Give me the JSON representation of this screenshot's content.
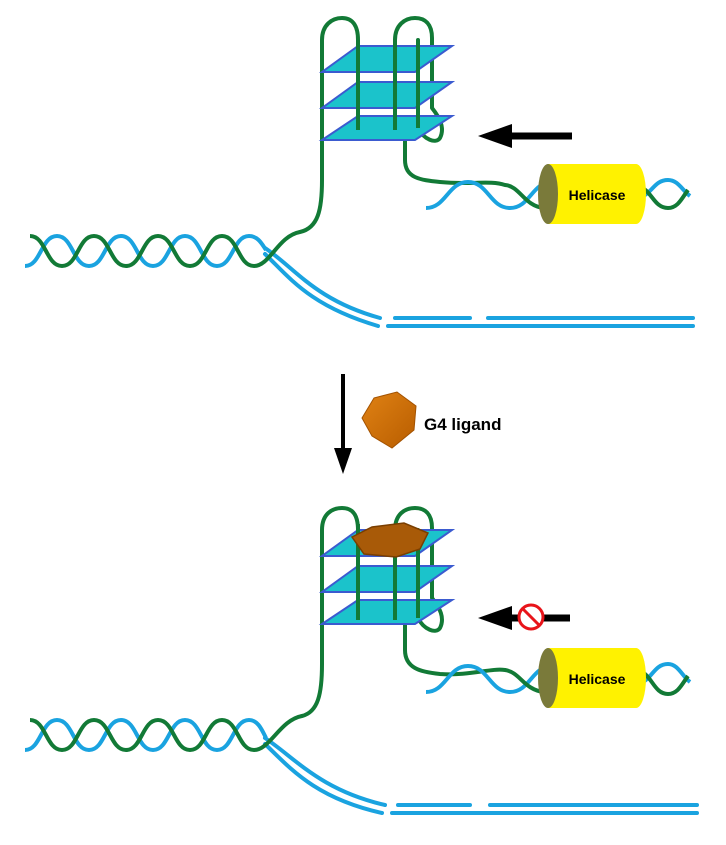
{
  "diagram": {
    "top_panel": {
      "helicase_label": "Helicase"
    },
    "transition": {
      "ligand_label": "G4 ligand"
    },
    "bottom_panel": {
      "helicase_label": "Helicase"
    }
  },
  "colors": {
    "strand_green": "#127a36",
    "strand_blue": "#1aa3e0",
    "tetrad_fill": "#1bc3cb",
    "tetrad_edge": "#3b5bd0",
    "helicase_body": "#fff200",
    "helicase_face": "#7a7a3a",
    "ligand_orange": "#cc6e00",
    "ligand_brown": "#9b5200",
    "arrow_black": "#000000",
    "no_sign_red": "#e8141a"
  },
  "icons": {
    "helicase": "yellow-cylinder",
    "ligand": "orange-hexagon",
    "blocked": "no-entry-sign"
  }
}
